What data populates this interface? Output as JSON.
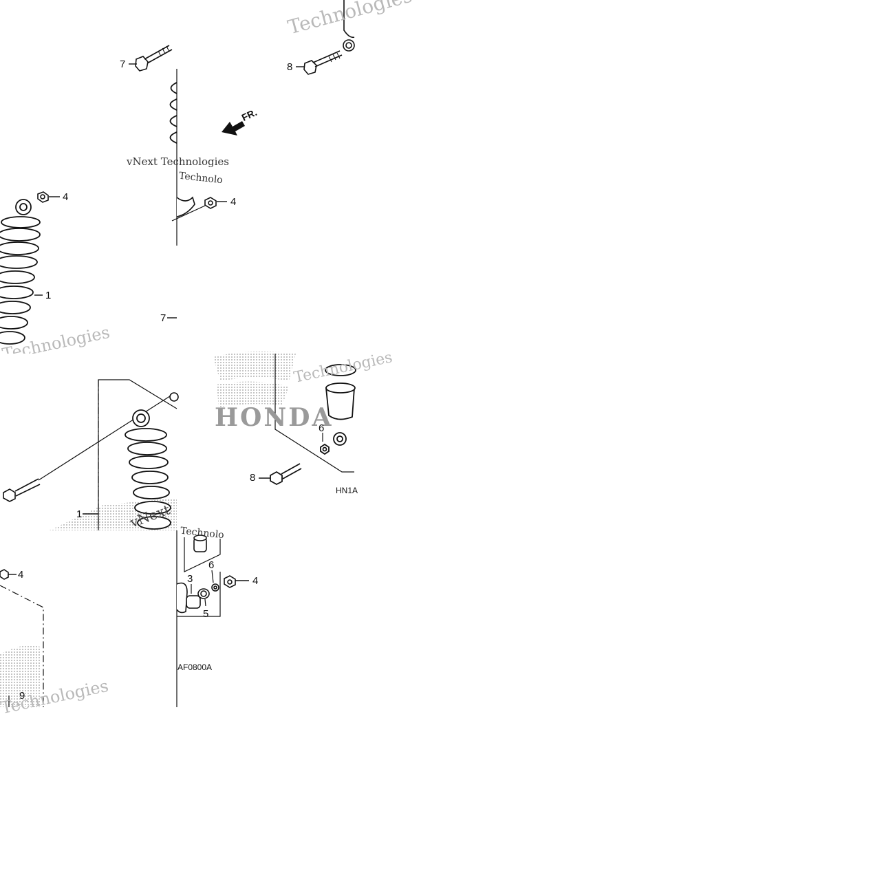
{
  "diagram": {
    "callouts": {
      "t1_7": "7",
      "t1_8": "8",
      "t1_fr": "FR.",
      "t2_4a": "4",
      "t2_1": "1",
      "t2_4b": "4",
      "t2_7": "7",
      "t3_1": "1",
      "t3_6": "6",
      "t3_8": "8",
      "t4_4a": "4",
      "t4_9": "9",
      "t4_3": "3",
      "t4_6": "6",
      "t4_5": "5",
      "t4_4b": "4"
    },
    "codes": {
      "hn1": "HN1A",
      "af": "AF0800A"
    },
    "watermarks": {
      "brand": "HONDA",
      "text_a": "vNext Technologies",
      "text_b": "Technologies",
      "text_c": "vNext",
      "text_d": "Technolo"
    },
    "colors": {
      "line": "#111111",
      "watermark": "#b9b9b9",
      "stipple": "#9a9a9a",
      "background": "#ffffff"
    }
  }
}
